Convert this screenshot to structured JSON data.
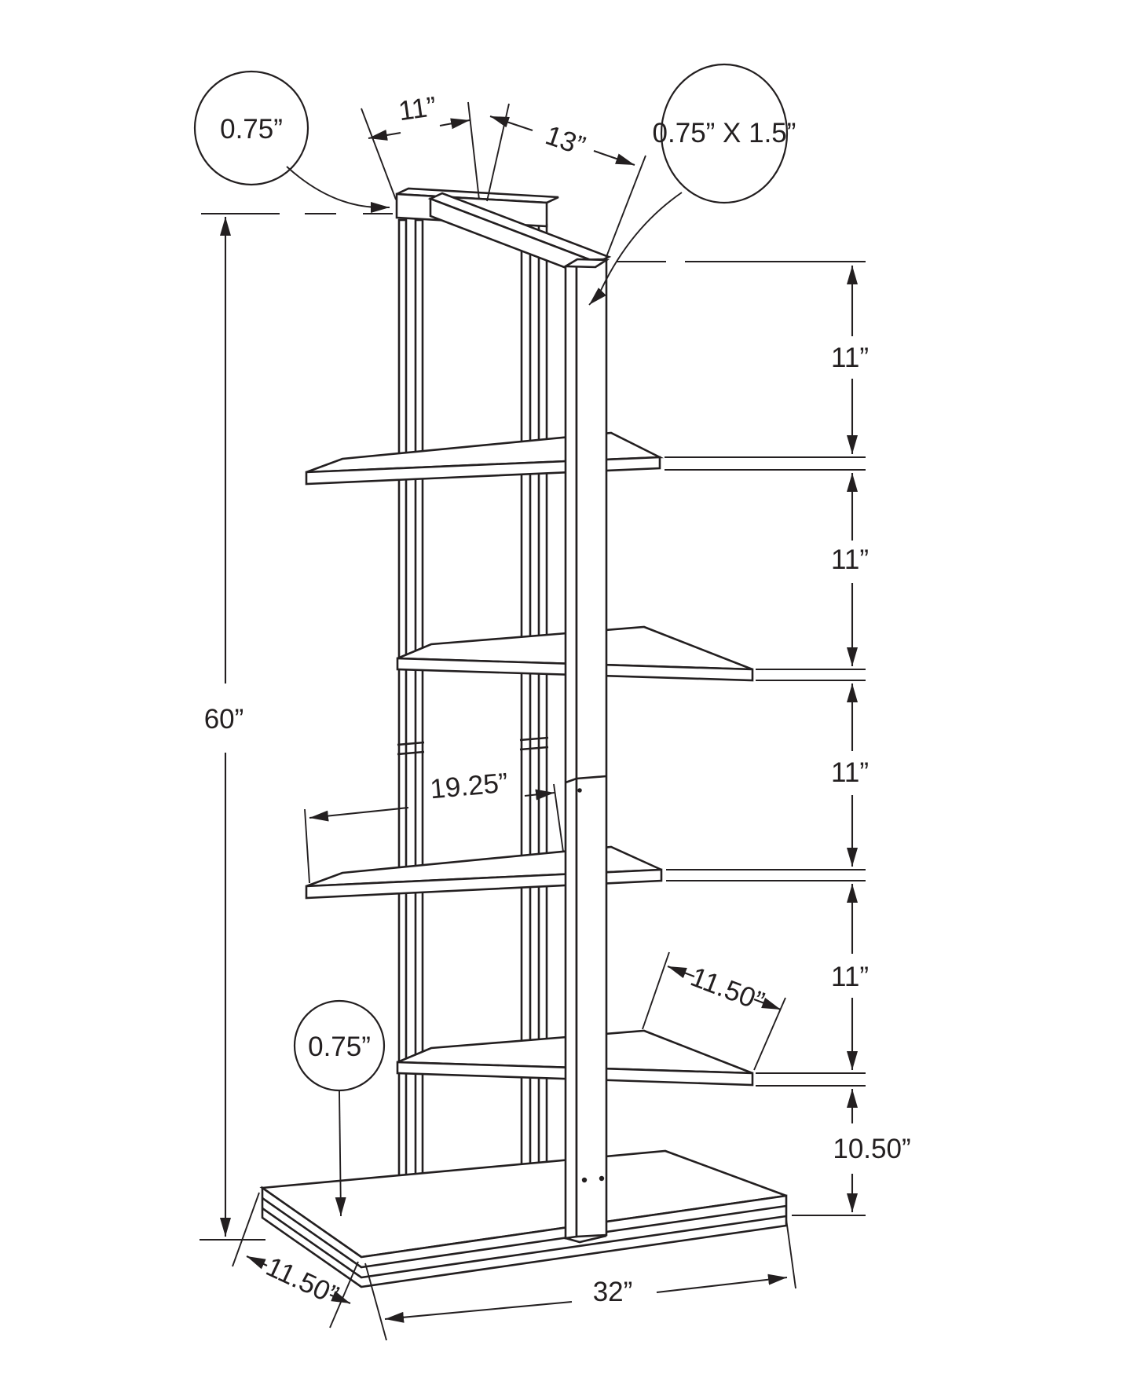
{
  "figure": {
    "type": "furniture-dimension-diagram",
    "subject": "5-tier offset shelf unit / bookcase line drawing",
    "background": "#ffffff",
    "line_color": "#231f20"
  },
  "callouts": {
    "top_left_tube": "0.75”",
    "top_right_post": "0.75” X 1.5”",
    "bottom_left_base": "0.75”"
  },
  "dims": {
    "top_shelf_width": "11”",
    "top_beam_length": "13”",
    "overall_height": "60”",
    "shelf_clear_span": "19.25”",
    "shelf_depth": "11.50”",
    "base_depth": "11.50”",
    "base_width": "32”",
    "right_chain": [
      "11”",
      "11”",
      "11”",
      "11”",
      "10.50”"
    ]
  }
}
